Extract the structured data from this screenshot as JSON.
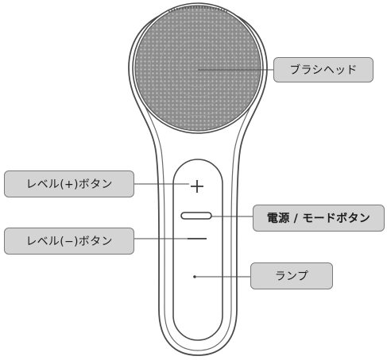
{
  "labels": {
    "brush_head": "ブラシヘッド",
    "level_plus_button": "レベル(+)ボタン",
    "power_mode_button": "電源 / モードボタン",
    "level_minus_button": "レベル(−)ボタン",
    "lamp": "ランプ"
  },
  "colors": {
    "label_fill": "#d4d4d4",
    "label_border": "#7a7a7a",
    "device_outline": "#4a4a4a",
    "brush_fill": "#8f8f8f"
  }
}
